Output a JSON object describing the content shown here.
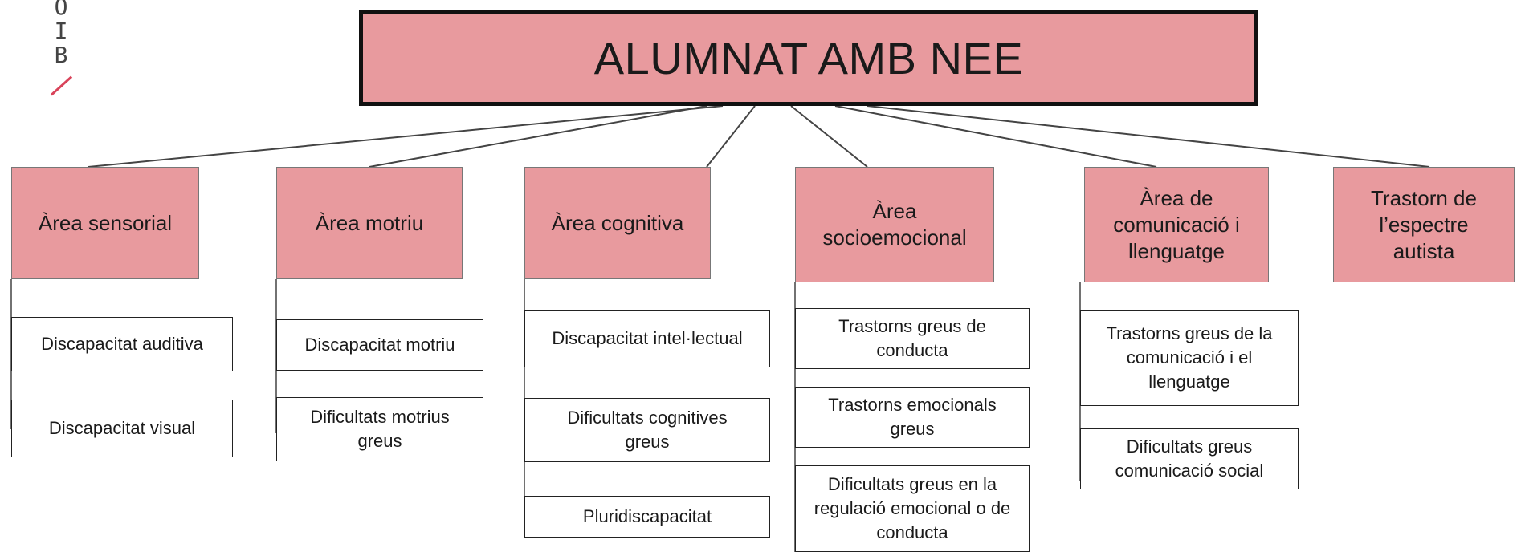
{
  "logo": {
    "letters": [
      "O",
      "I",
      "B"
    ]
  },
  "title": "ALUMNAT AMB NEE",
  "colors": {
    "area_fill": "#e89a9e",
    "line": "#444444",
    "item_border": "#222222"
  },
  "areas": [
    {
      "label": "Àrea sensorial",
      "items": [
        "Discapacitat auditiva",
        "Discapacitat visual"
      ]
    },
    {
      "label": "Àrea motriu",
      "items": [
        "Discapacitat motriu",
        "Dificultats motrius greus"
      ]
    },
    {
      "label": "Àrea cognitiva",
      "items": [
        "Discapacitat intel·lectual",
        "Dificultats cognitives greus",
        "Pluridiscapacitat"
      ]
    },
    {
      "label": "Àrea socioemocional",
      "items": [
        "Trastorns greus de conducta",
        "Trastorns emocionals greus",
        "Dificultats greus en la regulació emocional o de conducta"
      ]
    },
    {
      "label": "Àrea de comunicació i llenguatge",
      "items": [
        "Trastorns greus de la comunicació i el llenguatge",
        "Dificultats greus comunicació social"
      ]
    },
    {
      "label": "Trastorn de l’espectre autista",
      "items": []
    }
  ]
}
